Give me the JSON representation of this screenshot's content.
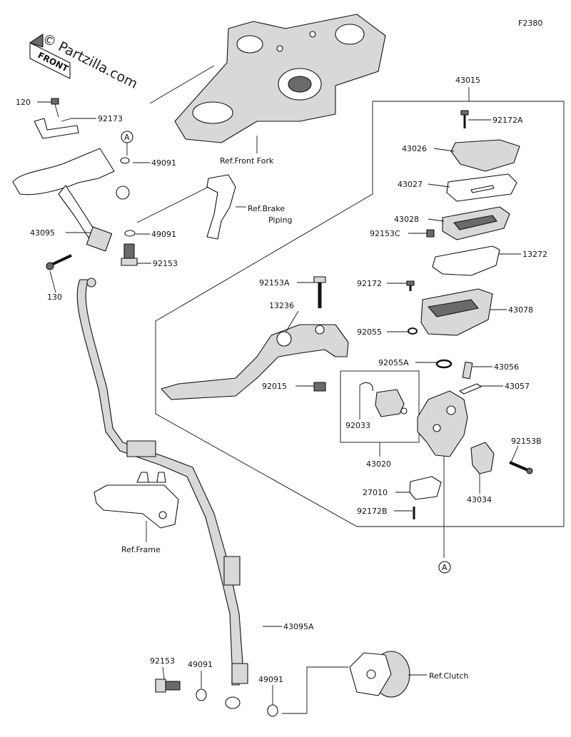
{
  "figure_code": "F2380",
  "watermark": "© Partzilla.com",
  "front_badge": "FRONT",
  "callout_letter": "A",
  "part_labels": {
    "p120": "120",
    "p92173": "92173",
    "p49091_top": "49091",
    "p43095": "43095",
    "p49091_mid": "49091",
    "p92153_top": "92153",
    "p130": "130",
    "p43015": "43015",
    "p92172A": "92172A",
    "p43026": "43026",
    "p43027": "43027",
    "p43028": "43028",
    "p92153C": "92153C",
    "p13272": "13272",
    "p92153A": "92153A",
    "p92172": "92172",
    "p13236": "13236",
    "p43078": "43078",
    "p92055": "92055",
    "p92055A": "92055A",
    "p43056": "43056",
    "p43057": "43057",
    "p92015": "92015",
    "p92033": "92033",
    "p43020": "43020",
    "p92153B": "92153B",
    "p27010": "27010",
    "p43034": "43034",
    "p92172B": "92172B",
    "p43095A": "43095A",
    "p92153_bot": "92153",
    "p49091_bot1": "49091",
    "p49091_bot2": "49091"
  },
  "reference_labels": {
    "front_fork": "Ref.Front Fork",
    "brake_piping_1": "Ref.Brake",
    "brake_piping_2": "Piping",
    "frame": "Ref.Frame",
    "clutch": "Ref.Clutch"
  }
}
